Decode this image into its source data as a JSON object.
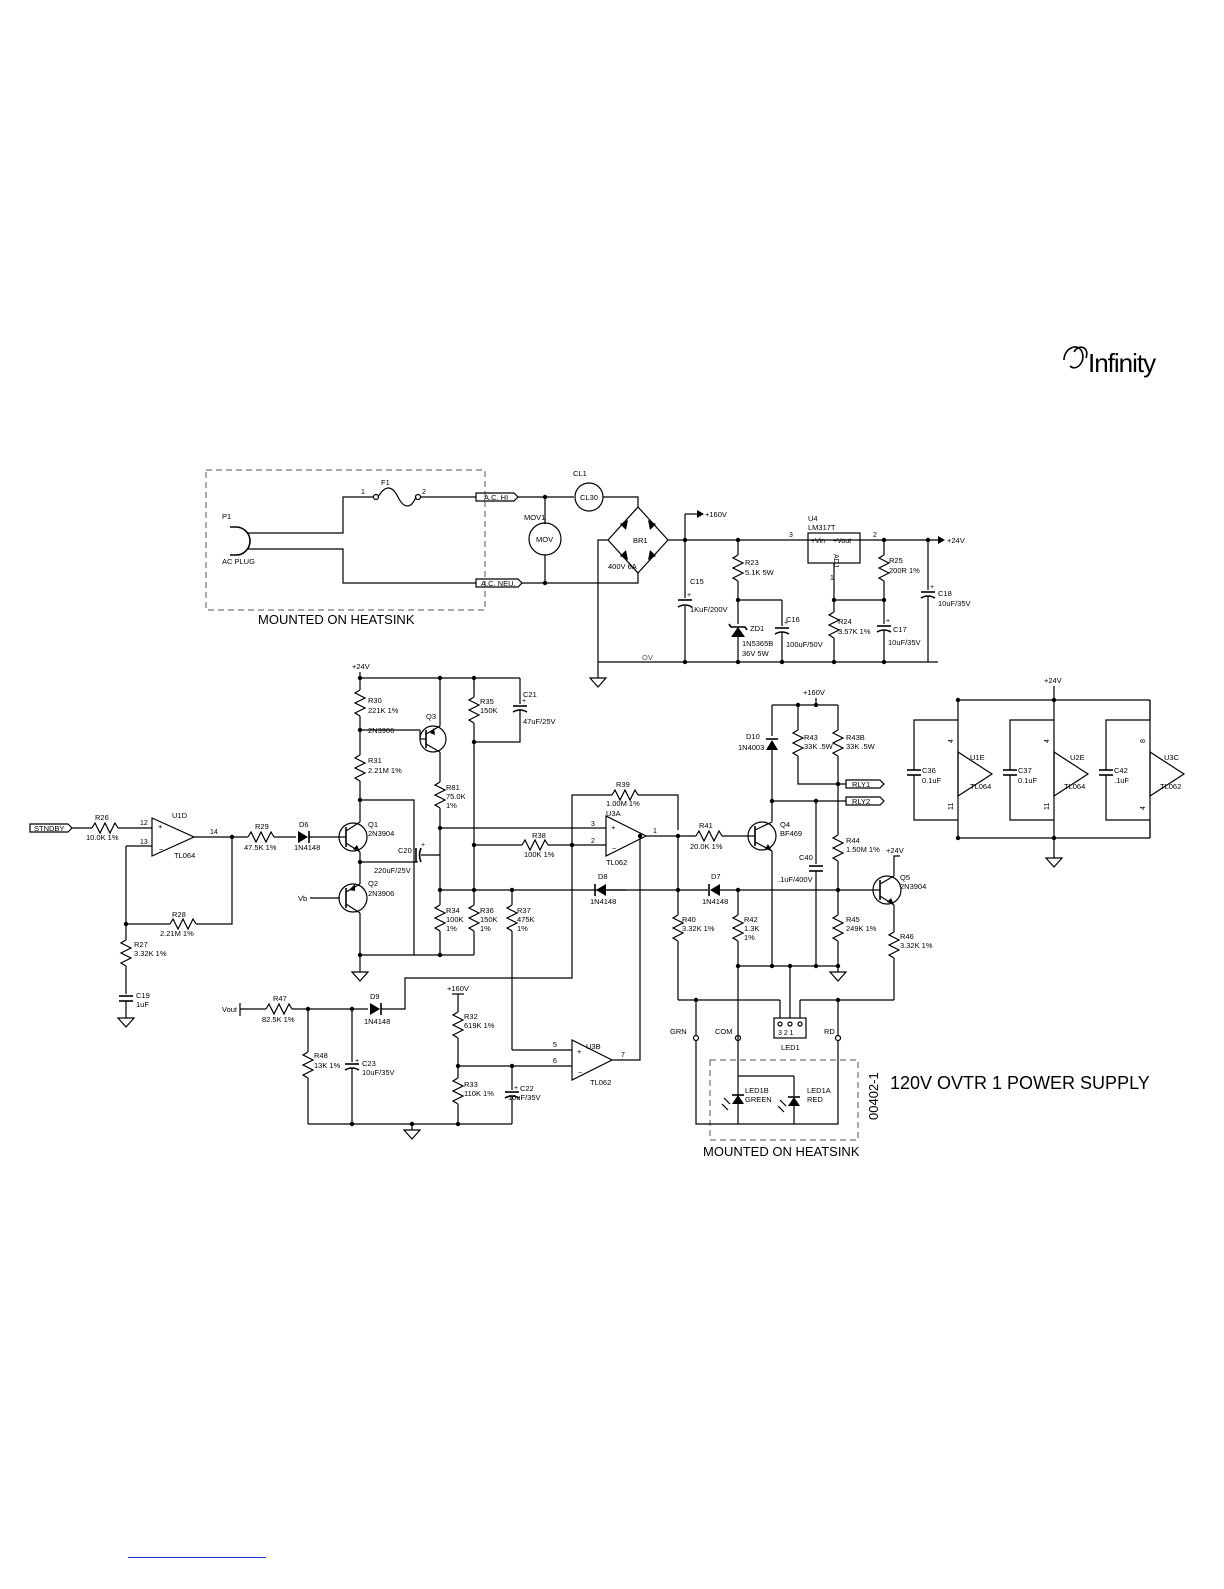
{
  "brand": {
    "logo_text": "Infinity"
  },
  "title": "120V OVTR 1 POWER SUPPLY",
  "drawing_number": "00402-1",
  "notes": {
    "heatsink_top": "MOUNTED ON HEATSINK",
    "heatsink_bottom": "MOUNTED ON HEATSINK"
  },
  "nets": {
    "ac_hi": "A.C. HI",
    "ac_neu": "A.C. NEU.",
    "ov": "OV",
    "v160": "+160V",
    "v24": "+24V",
    "v24b": "+24V",
    "v24c": "+24V",
    "v24d": "+24V",
    "v160b": "+160V",
    "v160c": "+160V",
    "stndby": "STNDBY",
    "vb": "Vb",
    "vout": "Vout",
    "rly1": "RLY1",
    "rly2": "RLY2",
    "grn": "GRN",
    "com": "COM",
    "rd": "RD"
  },
  "components": {
    "p1": {
      "ref": "P1",
      "value": "AC PLUG"
    },
    "f1": {
      "ref": "F1",
      "pin1": "1",
      "pin2": "2"
    },
    "cl1": {
      "ref": "CL1",
      "value": "CL30"
    },
    "mov1": {
      "ref": "MOV1",
      "value": "MOV"
    },
    "br1": {
      "ref": "BR1",
      "value": "400V 6A"
    },
    "c15": {
      "ref": "C15",
      "value": "1KuF/200V"
    },
    "r23": {
      "ref": "R23",
      "value": "5.1K 5W"
    },
    "zd1": {
      "ref": "ZD1",
      "value": "1N5365B",
      "value2": "36V 5W"
    },
    "c16": {
      "ref": "C16",
      "value": "100uF/50V"
    },
    "u4": {
      "ref": "U4",
      "value": "LM317T",
      "vin": "+Vin",
      "vout": "+Vout",
      "adj": "ADJ",
      "pin3": "3",
      "pin2": "2",
      "pin1": "1"
    },
    "r25": {
      "ref": "R25",
      "value": "200R 1%"
    },
    "r24": {
      "ref": "R24",
      "value": "3.57K 1%"
    },
    "c17": {
      "ref": "C17",
      "value": "10uF/35V"
    },
    "c18": {
      "ref": "C18",
      "value": "10uF/35V"
    },
    "r30": {
      "ref": "R30",
      "value": "221K 1%"
    },
    "q3": {
      "ref": "Q3",
      "value": "2N3906"
    },
    "r35": {
      "ref": "R35",
      "value": "150K"
    },
    "c21": {
      "ref": "C21",
      "value": "47uF/25V"
    },
    "r31": {
      "ref": "R31",
      "value": "2.21M 1%"
    },
    "r81": {
      "ref": "R81",
      "value": "75.0K",
      "value2": "1%"
    },
    "r26": {
      "ref": "R26",
      "value": "10.0K 1%"
    },
    "u1d": {
      "ref": "U1D",
      "value": "TL064",
      "pin12": "12",
      "pin13": "13",
      "pin14": "14"
    },
    "r29": {
      "ref": "R29",
      "value": "47.5K 1%"
    },
    "d6": {
      "ref": "D6",
      "value": "1N4148"
    },
    "q1": {
      "ref": "Q1",
      "value": "2N3904"
    },
    "q2": {
      "ref": "Q2",
      "value": "2N3906"
    },
    "c20": {
      "ref": "C20",
      "value": "220uF/25V"
    },
    "r28": {
      "ref": "R28",
      "value": "2.21M 1%"
    },
    "r27": {
      "ref": "R27",
      "value": "3.32K 1%"
    },
    "c19": {
      "ref": "C19",
      "value": "1uF"
    },
    "r34": {
      "ref": "R34",
      "value": "100K",
      "value2": "1%"
    },
    "r36": {
      "ref": "R36",
      "value": "150K",
      "value2": "1%"
    },
    "r37": {
      "ref": "R37",
      "value": "475K",
      "value2": "1%"
    },
    "r38": {
      "ref": "R38",
      "value": "100K 1%"
    },
    "r39": {
      "ref": "R39",
      "value": "1.00M 1%"
    },
    "u3a": {
      "ref": "U3A",
      "value": "TL062",
      "pin3": "3",
      "pin2": "2",
      "pin1": "1"
    },
    "d8": {
      "ref": "D8",
      "value": "1N4148"
    },
    "r41": {
      "ref": "R41",
      "value": "20.0K 1%"
    },
    "d7": {
      "ref": "D7",
      "value": "1N4148"
    },
    "q4": {
      "ref": "Q4",
      "value": "BF469"
    },
    "d10": {
      "ref": "D10",
      "value": "1N4003"
    },
    "r43": {
      "ref": "R43",
      "value": "33K .5W"
    },
    "r43b": {
      "ref": "R43B",
      "value": "33K .5W"
    },
    "c40": {
      "ref": "C40",
      "value": ".1uF/400V"
    },
    "r44": {
      "ref": "R44",
      "value": "1.50M 1%"
    },
    "q5": {
      "ref": "Q5",
      "value": "2N3904"
    },
    "r45": {
      "ref": "R45",
      "value": "249K 1%"
    },
    "r46": {
      "ref": "R46",
      "value": "3.32K 1%"
    },
    "r40": {
      "ref": "R40",
      "value": "3.32K 1%"
    },
    "r42": {
      "ref": "R42",
      "value": "1.3K",
      "value2": "1%"
    },
    "r47": {
      "ref": "R47",
      "value": "82.5K 1%"
    },
    "d9": {
      "ref": "D9",
      "value": "1N4148"
    },
    "r48": {
      "ref": "R48",
      "value": "13K 1%"
    },
    "c23": {
      "ref": "C23",
      "value": "10uF/35V"
    },
    "r32": {
      "ref": "R32",
      "value": "619K 1%"
    },
    "r33": {
      "ref": "R33",
      "value": "110K 1%"
    },
    "c22": {
      "ref": "C22",
      "value": "10uF/35V"
    },
    "u3b": {
      "ref": "U3B",
      "value": "TL062",
      "pin5": "5",
      "pin6": "6",
      "pin7": "7"
    },
    "led1": {
      "ref": "LED1",
      "pins": "3 2 1"
    },
    "led1b": {
      "ref": "LED1B",
      "value": "GREEN"
    },
    "led1a": {
      "ref": "LED1A",
      "value": "RED"
    },
    "c36": {
      "ref": "C36",
      "value": "0.1uF"
    },
    "u1e": {
      "ref": "U1E",
      "value": "TL064",
      "pin4": "4",
      "pin11": "11"
    },
    "c37": {
      "ref": "C37",
      "value": "0.1uF"
    },
    "u2e": {
      "ref": "U2E",
      "value": "TL064",
      "pin4": "4",
      "pin11": "11"
    },
    "c42": {
      "ref": "C42",
      "value": ".1uF"
    },
    "u3c": {
      "ref": "U3C",
      "value": "TL062",
      "pin8": "8",
      "pin4": "4"
    }
  }
}
